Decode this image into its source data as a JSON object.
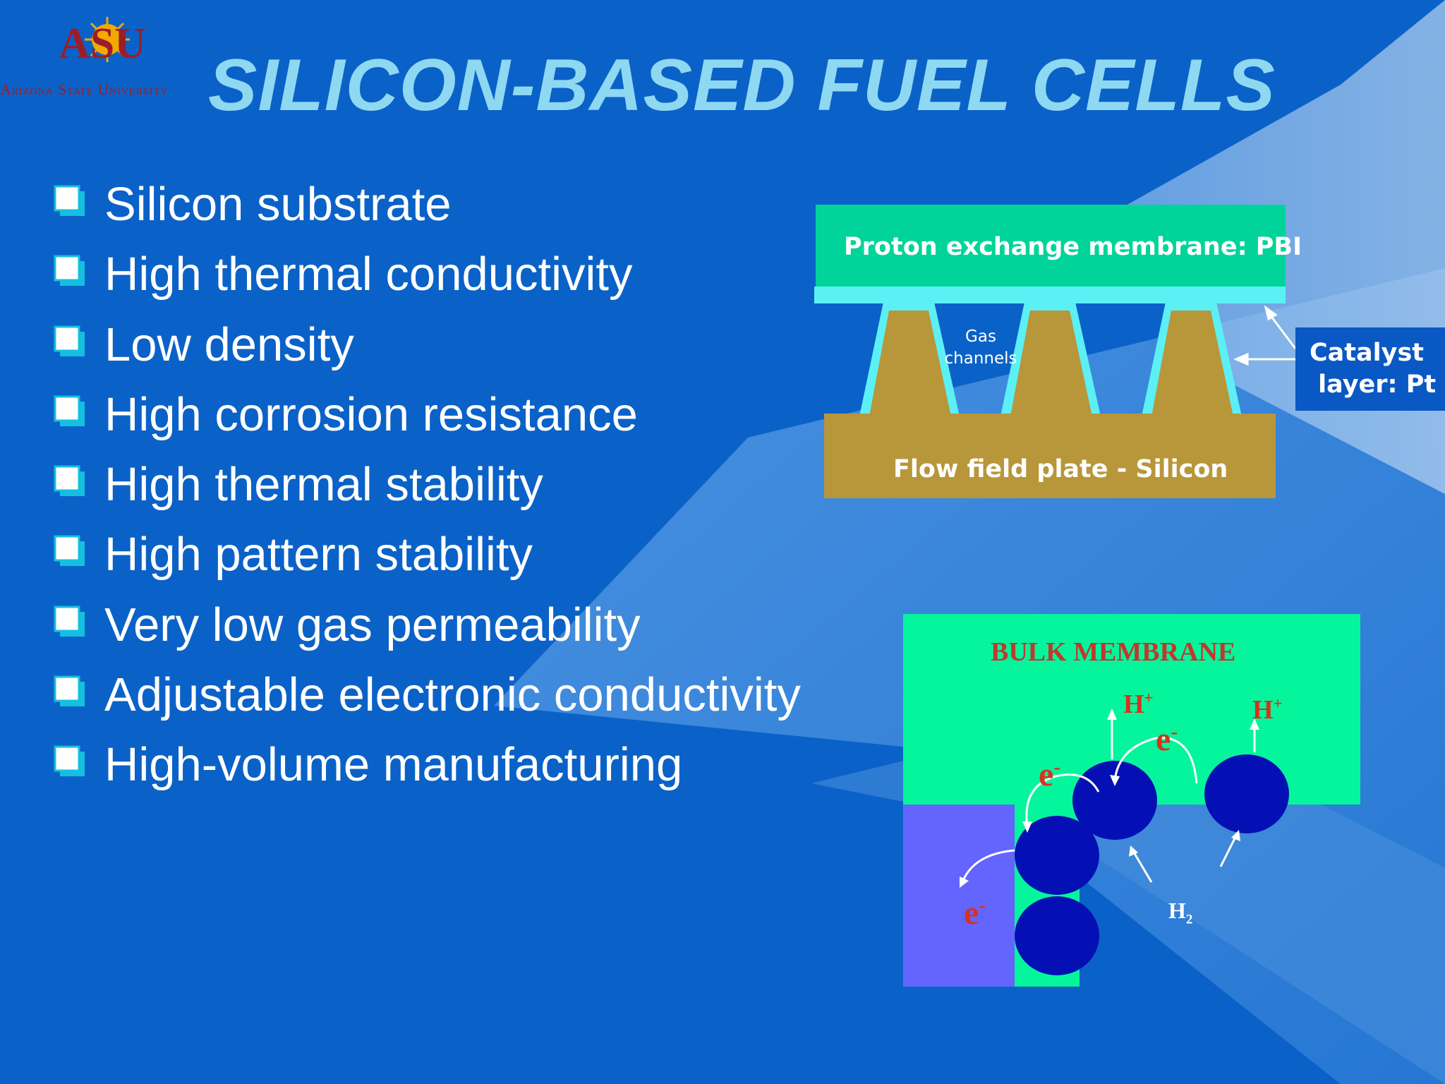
{
  "logo": {
    "wordmark": "ASU",
    "subtitle": "Arizona State University"
  },
  "title": "SILICON-BASED FUEL CELLS",
  "bullets": [
    "Silicon substrate",
    "High thermal conductivity",
    "Low density",
    "High corrosion resistance",
    "High thermal stability",
    "High pattern stability",
    "Very low gas permeability",
    "Adjustable electronic conductivity",
    "High-volume manufacturing"
  ],
  "fuel_cell_diagram": {
    "membrane_label": "Proton exchange membrane: PBI",
    "gas_channels_label_line1": "Gas",
    "gas_channels_label_line2": "channels",
    "catalyst_label": "Catalyst\n layer: Pt",
    "flow_plate_label": "Flow field plate - Silicon"
  },
  "membrane_diagram": {
    "title": "BULK MEMBRANE",
    "proton_symbol": "H",
    "proton_charge": "+",
    "electron_symbol": "e",
    "electron_charge": "-",
    "hydrogen_symbol": "H",
    "hydrogen_subscript": "2"
  },
  "colors": {
    "background": "#0a62c8",
    "title": "#8fd8f2",
    "membrane_green": "#00d49a",
    "catalyst_cyan": "#5cf0f5",
    "silicon_gold": "#b8963a",
    "bulk_green": "#05f59c",
    "electrode_purple": "#6464ff",
    "particle_navy": "#0410b4"
  }
}
